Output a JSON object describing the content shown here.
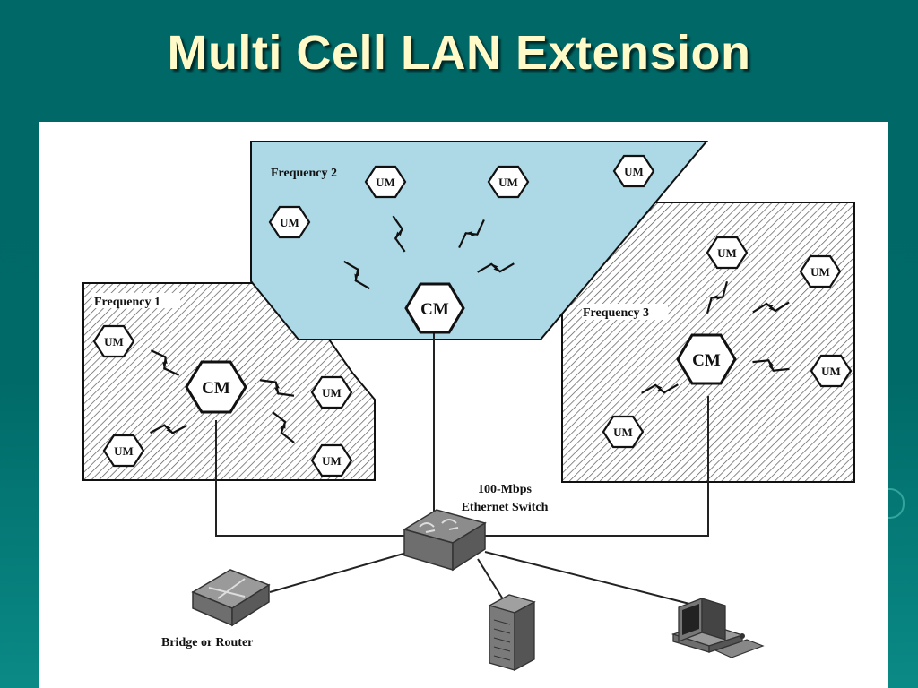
{
  "slide": {
    "title": "Multi Cell LAN Extension"
  },
  "cells": {
    "freq1": {
      "label": "Frequency 1"
    },
    "freq2": {
      "label": "Frequency 2"
    },
    "freq3": {
      "label": "Frequency 3"
    }
  },
  "nodes": {
    "cm": "CM",
    "um": "UM"
  },
  "network": {
    "switch_line1": "100-Mbps",
    "switch_line2": "Ethernet Switch",
    "bridge_label": "Bridge or Router"
  },
  "colors": {
    "background": "#006866",
    "title": "#fffac8",
    "frequency2_fill": "#add8e6",
    "hatch": "#555555"
  }
}
